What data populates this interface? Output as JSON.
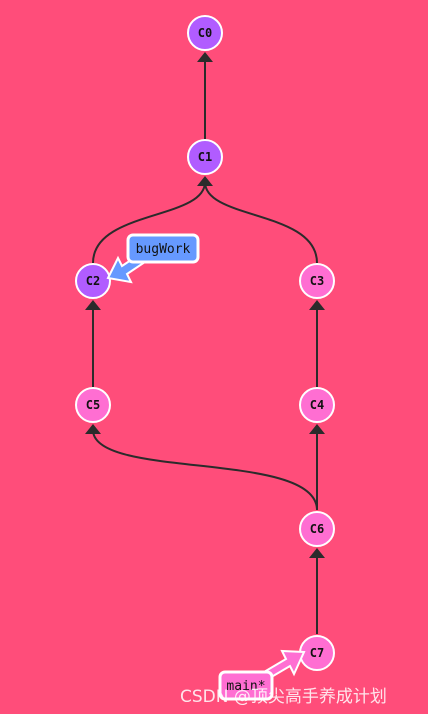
{
  "commits": [
    {
      "id": "C0",
      "color": "purple"
    },
    {
      "id": "C1",
      "color": "purple"
    },
    {
      "id": "C2",
      "color": "purple"
    },
    {
      "id": "C3",
      "color": "pink"
    },
    {
      "id": "C4",
      "color": "pink"
    },
    {
      "id": "C5",
      "color": "pink"
    },
    {
      "id": "C6",
      "color": "pink"
    },
    {
      "id": "C7",
      "color": "pink"
    }
  ],
  "edges": [
    {
      "from": "C1",
      "to": "C0"
    },
    {
      "from": "C2",
      "to": "C1"
    },
    {
      "from": "C3",
      "to": "C1"
    },
    {
      "from": "C5",
      "to": "C2"
    },
    {
      "from": "C4",
      "to": "C3"
    },
    {
      "from": "C6",
      "to": "C4"
    },
    {
      "from": "C6",
      "to": "C5"
    },
    {
      "from": "C7",
      "to": "C6"
    }
  ],
  "branches": [
    {
      "label": "bugWork",
      "target": "C2",
      "color": "#6699ff"
    },
    {
      "label": "main*",
      "target": "C7",
      "color": "#ff6ed2"
    }
  ],
  "colors": {
    "background": "#ff4d7a",
    "purple": "#b15cff",
    "pink": "#ff6ed2",
    "edge": "#2b2b2b"
  },
  "watermark": "CSDN @顶尖高手养成计划"
}
